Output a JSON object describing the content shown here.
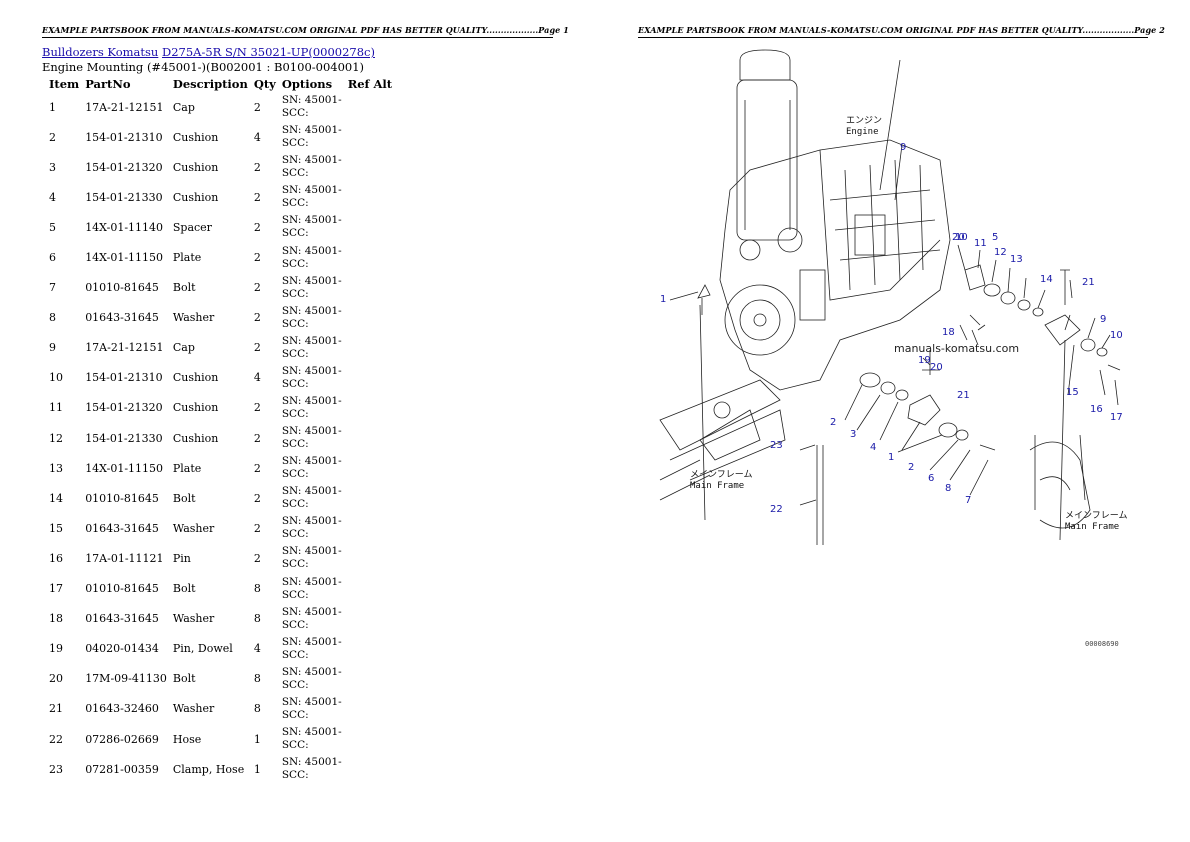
{
  "header": {
    "page1": "EXAMPLE PARTSBOOK FROM MANUALS-KOMATSU.COM ORIGINAL PDF HAS BETTER QUALITY..................Page 1",
    "page2": "EXAMPLE PARTSBOOK FROM MANUALS-KOMATSU.COM ORIGINAL PDF HAS BETTER QUALITY..................Page 2"
  },
  "breadcrumb": {
    "link1": "Bulldozers Komatsu",
    "link2": "D275A-5R S/N 35021-UP(0000278c)"
  },
  "subtitle": "Engine Mounting (#45001-)(B002001 : B0100-004001)",
  "table": {
    "headers": [
      "Item",
      "PartNo",
      "Description",
      "Qty",
      "Options",
      "Ref Alt"
    ],
    "rows": [
      {
        "item": "1",
        "part": "17A-21-12151",
        "desc": "Cap",
        "qty": "2",
        "opt1": "SN: 45001-",
        "opt2": "SCC:"
      },
      {
        "item": "2",
        "part": "154-01-21310",
        "desc": "Cushion",
        "qty": "4",
        "opt1": "SN: 45001-",
        "opt2": "SCC:"
      },
      {
        "item": "3",
        "part": "154-01-21320",
        "desc": "Cushion",
        "qty": "2",
        "opt1": "SN: 45001-",
        "opt2": "SCC:"
      },
      {
        "item": "4",
        "part": "154-01-21330",
        "desc": "Cushion",
        "qty": "2",
        "opt1": "SN: 45001-",
        "opt2": "SCC:"
      },
      {
        "item": "5",
        "part": "14X-01-11140",
        "desc": "Spacer",
        "qty": "2",
        "opt1": "SN: 45001-",
        "opt2": "SCC:"
      },
      {
        "item": "6",
        "part": "14X-01-11150",
        "desc": "Plate",
        "qty": "2",
        "opt1": "SN: 45001-",
        "opt2": "SCC:"
      },
      {
        "item": "7",
        "part": "01010-81645",
        "desc": "Bolt",
        "qty": "2",
        "opt1": "SN: 45001-",
        "opt2": "SCC:"
      },
      {
        "item": "8",
        "part": "01643-31645",
        "desc": "Washer",
        "qty": "2",
        "opt1": "SN: 45001-",
        "opt2": "SCC:"
      },
      {
        "item": "9",
        "part": "17A-21-12151",
        "desc": "Cap",
        "qty": "2",
        "opt1": "SN: 45001-",
        "opt2": "SCC:"
      },
      {
        "item": "10",
        "part": "154-01-21310",
        "desc": "Cushion",
        "qty": "4",
        "opt1": "SN: 45001-",
        "opt2": "SCC:"
      },
      {
        "item": "11",
        "part": "154-01-21320",
        "desc": "Cushion",
        "qty": "2",
        "opt1": "SN: 45001-",
        "opt2": "SCC:"
      },
      {
        "item": "12",
        "part": "154-01-21330",
        "desc": "Cushion",
        "qty": "2",
        "opt1": "SN: 45001-",
        "opt2": "SCC:"
      },
      {
        "item": "13",
        "part": "14X-01-11150",
        "desc": "Plate",
        "qty": "2",
        "opt1": "SN: 45001-",
        "opt2": "SCC:"
      },
      {
        "item": "14",
        "part": "01010-81645",
        "desc": "Bolt",
        "qty": "2",
        "opt1": "SN: 45001-",
        "opt2": "SCC:"
      },
      {
        "item": "15",
        "part": "01643-31645",
        "desc": "Washer",
        "qty": "2",
        "opt1": "SN: 45001-",
        "opt2": "SCC:"
      },
      {
        "item": "16",
        "part": "17A-01-11121",
        "desc": "Pin",
        "qty": "2",
        "opt1": "SN: 45001-",
        "opt2": "SCC:"
      },
      {
        "item": "17",
        "part": "01010-81645",
        "desc": "Bolt",
        "qty": "8",
        "opt1": "SN: 45001-",
        "opt2": "SCC:"
      },
      {
        "item": "18",
        "part": "01643-31645",
        "desc": "Washer",
        "qty": "8",
        "opt1": "SN: 45001-",
        "opt2": "SCC:"
      },
      {
        "item": "19",
        "part": "04020-01434",
        "desc": "Pin, Dowel",
        "qty": "4",
        "opt1": "SN: 45001-",
        "opt2": "SCC:"
      },
      {
        "item": "20",
        "part": "17M-09-41130",
        "desc": "Bolt",
        "qty": "8",
        "opt1": "SN: 45001-",
        "opt2": "SCC:"
      },
      {
        "item": "21",
        "part": "01643-32460",
        "desc": "Washer",
        "qty": "8",
        "opt1": "SN: 45001-",
        "opt2": "SCC:"
      },
      {
        "item": "22",
        "part": "07286-02669",
        "desc": "Hose",
        "qty": "1",
        "opt1": "SN: 45001-",
        "opt2": "SCC:"
      },
      {
        "item": "23",
        "part": "07281-00359",
        "desc": "Clamp, Hose",
        "qty": "1",
        "opt1": "SN: 45001-",
        "opt2": "SCC:"
      }
    ]
  },
  "diagram": {
    "watermark": "manuals-komatsu.com",
    "engine_jp": "エンジン",
    "engine_en": "Engine",
    "frame_jp": "メインフレーム",
    "frame_en": "Main Frame",
    "frame2_jp": "メインフレーム",
    "frame2_en": "Main Frame",
    "code": "00008690",
    "callouts": [
      "1",
      "2",
      "3",
      "4",
      "1",
      "2",
      "6",
      "8",
      "7",
      "9",
      "10",
      "11",
      "12",
      "13",
      "14",
      "15",
      "16",
      "17",
      "18",
      "19",
      "20",
      "21",
      "20",
      "21",
      "5",
      "9",
      "10",
      "22",
      "23"
    ]
  }
}
